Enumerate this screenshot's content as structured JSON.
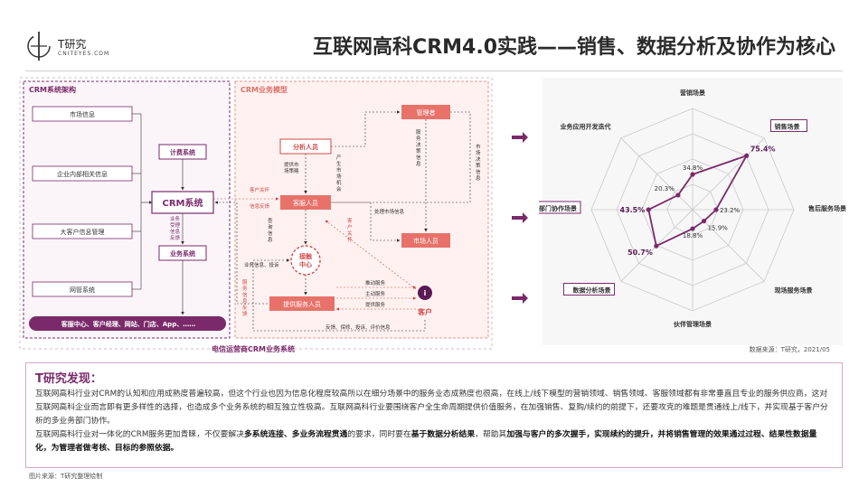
{
  "brand": {
    "name": "T研究",
    "sub": "CNITEYES.COM"
  },
  "title": "互联网高科CRM4.0实践——销售、数据分析及协作为核心",
  "diagram": {
    "arch_title": "CRM系统架构",
    "model_title": "CRM业务模型",
    "bottom_label": "电信运营商CRM业务系统",
    "left_nodes": [
      "市场信息",
      "企业内部相关信息",
      "大客户信息管理",
      "网管系统"
    ],
    "mid_nodes": {
      "billing": "计费系统",
      "crm": "CRM系统",
      "business": "业务系统"
    },
    "crm_side_text": [
      "业务",
      "受理",
      "信息",
      "反馈"
    ],
    "channels": "客服中心、客户经理、网站、门店、App、……",
    "model_nodes": {
      "analyst": "分析人员",
      "manager": "管理者",
      "client_mgr": "客服人员",
      "marketing": "市场人员",
      "hub_line1": "接触",
      "hub_line2": "中心",
      "service": "提供服务人员",
      "customer": "客户"
    },
    "flow_labels": {
      "provide_market": [
        "提供市",
        "场策略"
      ],
      "gen_market": [
        "产",
        "生",
        "市",
        "场",
        "机",
        "会"
      ],
      "service_decision": [
        "服",
        "务",
        "决",
        "策",
        "信",
        "息"
      ],
      "market_decision": [
        "市",
        "场",
        "决",
        "策",
        "信",
        "息"
      ],
      "process_market": "处理市场信息",
      "customer_care": [
        "客户关怀",
        "信息反馈"
      ],
      "query_info": [
        "查",
        "询",
        "信",
        "息"
      ],
      "customer_care_v": [
        "客",
        "户",
        "关",
        "怀"
      ],
      "business_query": "业务信息、投诉",
      "service_info": [
        "服",
        "务",
        "信",
        "息",
        "反",
        "馈"
      ],
      "active_service": "推动服务",
      "proactive_service": "主动服务",
      "provide_service": "提供服务",
      "feedback": "反馈、保修、投诉、评价信息"
    }
  },
  "radar": {
    "axes": [
      "营销场景",
      "销售场景",
      "售后服务场景",
      "现场服务场景",
      "伙伴管理场景",
      "数据分析场景",
      "业务部门协作场景",
      "业务应用开发迭代"
    ],
    "values": [
      34.8,
      75.4,
      23.2,
      15.9,
      18.8,
      50.7,
      43.5,
      20.3
    ],
    "value_labels": [
      "34.8%",
      "75.4%",
      "23.2%",
      "15.9%",
      "18.8%",
      "50.7%",
      "43.5%",
      "20.3%"
    ],
    "highlight_idx": [
      1,
      5,
      6
    ],
    "max": 100,
    "colors": {
      "line": "#7a2a6a",
      "highlight": "#5a1a55"
    },
    "source": "数据来源：T研究，2021/05"
  },
  "finding": {
    "title": "T研究发现：",
    "p1": "互联网高科行业对CRM的认知和应用成熟度普遍较高，但这个行业也因为信息化程度较高所以在细分场景中的服务业态成熟度也很高，在线上/线下模型的营销领域、销售领域、客服领域都有非常垂直且专业的服务供应商，这对互联网高科企业而言即有更多样性的选择，也造成多个业务系统的相互独立性极高。互联网高科行业要围绕客户全生命周期提供价值服务，在加强销售、复购/续约的前提下，还要攻克的难题是贯通线上/线下，并实现基于客户分析的多业务部门协作。",
    "p2a": "互联网高科行业对一体化的CRM服务更加青睐，不仅要解决",
    "p2b": "多系统连接、多业务流程贯通",
    "p2c": "的要求，同时要在",
    "p2d": "基于数据分析结果",
    "p2e": "，帮助其",
    "p2f": "加强与客户的多次握手，实现续约的提升，并将销售管理的效果通过过程、结果性数据量化，为管理者做考核、目标的参照依据。"
  },
  "footnote": "图片来源：T研究整理绘制"
}
